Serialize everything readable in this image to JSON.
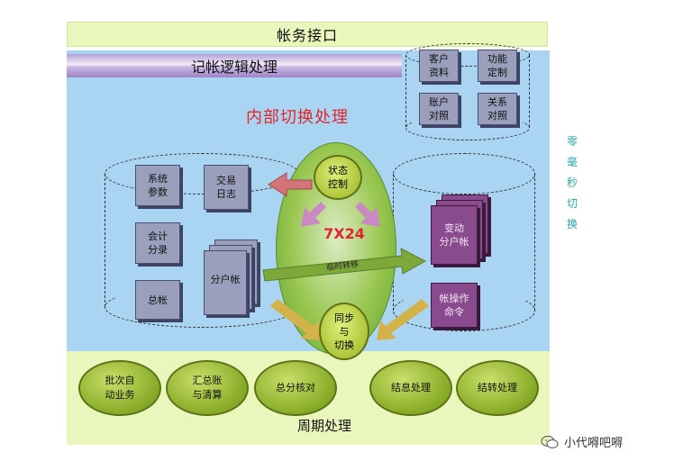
{
  "header": {
    "title": "帐务接口"
  },
  "logic_bar": {
    "label": "记帐逻辑处理"
  },
  "internal_switch": {
    "title": "内部切换处理"
  },
  "right_label": {
    "chars": [
      "零",
      "毫",
      "秒",
      "切",
      "换"
    ]
  },
  "top_right_boxes": [
    {
      "line1": "客户",
      "line2": "资料"
    },
    {
      "line1": "功能",
      "line2": "定制"
    },
    {
      "line1": "账户",
      "line2": "对照"
    },
    {
      "line1": "关系",
      "line2": "对照"
    }
  ],
  "left_boxes": {
    "system_params": {
      "line1": "系统",
      "line2": "参数"
    },
    "txn_log": {
      "line1": "交易",
      "line2": "日志"
    },
    "accounting": {
      "line1": "会计",
      "line2": "分录"
    },
    "ledger": {
      "line1": "总帐"
    },
    "sub_account": {
      "line1": "分户帐"
    }
  },
  "center": {
    "state_control": {
      "line1": "状态",
      "line2": "控制"
    },
    "availability": "7X24",
    "temp_transfer": "临时转移",
    "sync_switch": {
      "line1": "同步",
      "line2": "与",
      "line3": "切换"
    }
  },
  "right_boxes": {
    "changed_sub_account": {
      "line1": "变动",
      "line2": "分户帐"
    },
    "account_op_cmd": {
      "line1": "帐操作",
      "line2": "命令"
    }
  },
  "bottom": {
    "cycle_label": "周期处理",
    "buttons": [
      {
        "line1": "批次自",
        "line2": "动业务"
      },
      {
        "line1": "汇总账",
        "line2": "与清算"
      },
      {
        "line1": "总分核对",
        "line2": ""
      },
      {
        "line1": "结息处理",
        "line2": ""
      },
      {
        "line1": "结转处理",
        "line2": ""
      }
    ]
  },
  "watermark": {
    "text": "小代嘚吧嘚"
  },
  "colors": {
    "panel_blue": "#a9d5f2",
    "header_green": "#e9f7bc",
    "title_red": "#e5252a",
    "accent_teal": "#2da7a7",
    "box_purple": "#8a4a8e",
    "arrow_pink": "#c98ac4",
    "arrow_gold": "#d4b24a",
    "arrow_green": "#7da83a"
  }
}
